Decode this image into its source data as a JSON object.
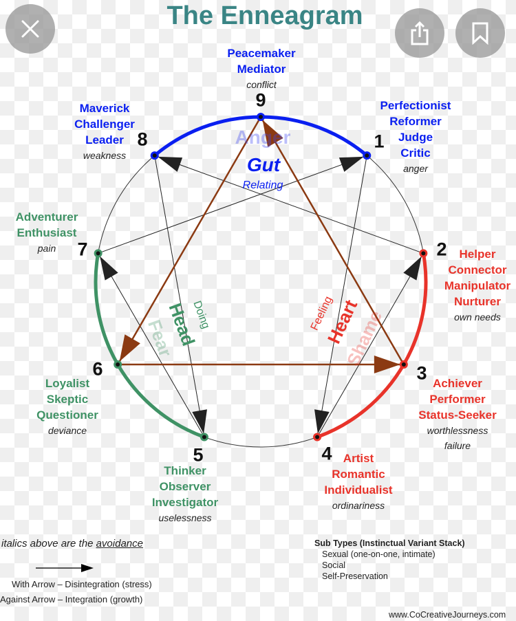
{
  "title": "The Enneagram",
  "buttons": {
    "close_icon": "close-icon",
    "share_icon": "share-icon",
    "bookmark_icon": "bookmark-icon"
  },
  "colors": {
    "title": "#3a8585",
    "gut": "#0a1ff0",
    "head": "#3f9265",
    "heart": "#e8332a",
    "triangle": "#8b3a12",
    "line": "#222222"
  },
  "types": [
    {
      "number": "9",
      "names": [
        "Peacemaker",
        "Mediator"
      ],
      "avoidance": [
        "conflict"
      ]
    },
    {
      "number": "1",
      "names": [
        "Perfectionist",
        "Reformer",
        "Judge",
        "Critic"
      ],
      "avoidance": [
        "anger"
      ]
    },
    {
      "number": "2",
      "names": [
        "Helper",
        "Connector",
        "Manipulator",
        "Nurturer"
      ],
      "avoidance": [
        "own needs"
      ]
    },
    {
      "number": "3",
      "names": [
        "Achiever",
        "Performer",
        "Status-Seeker"
      ],
      "avoidance": [
        "worthlessness",
        "failure"
      ]
    },
    {
      "number": "4",
      "names": [
        "Artist",
        "Romantic",
        "Individualist"
      ],
      "avoidance": [
        "ordinariness"
      ]
    },
    {
      "number": "5",
      "names": [
        "Thinker",
        "Observer",
        "Investigator"
      ],
      "avoidance": [
        "uselessness"
      ]
    },
    {
      "number": "6",
      "names": [
        "Loyalist",
        "Skeptic",
        "Questioner"
      ],
      "avoidance": [
        "deviance"
      ]
    },
    {
      "number": "7",
      "names": [
        "Adventurer",
        "Enthusiast"
      ],
      "avoidance": [
        "pain"
      ]
    },
    {
      "number": "8",
      "names": [
        "Maverick",
        "Challenger",
        "Leader"
      ],
      "avoidance": [
        "weakness"
      ]
    }
  ],
  "centers": {
    "gut": {
      "emotion": "Anger",
      "name": "Gut",
      "mode": "Relating"
    },
    "head": {
      "emotion": "Fear",
      "name": "Head",
      "mode": "Doing"
    },
    "heart": {
      "emotion": "Shame",
      "name": "Heart",
      "mode": "Feeling"
    }
  },
  "legend": {
    "italics_note_prefix": "italics above are the ",
    "italics_note_link": "avoidance",
    "with_arrow": "With Arrow – Disintegration (stress)",
    "against_arrow": "Against Arrow – Integration (growth)"
  },
  "subtypes": {
    "heading": "Sub Types (Instinctual Variant Stack)",
    "items": [
      "Sexual (one-on-one, intimate)",
      "Social",
      "Self-Preservation"
    ]
  },
  "credit": "www.CoCreativeJourneys.com",
  "connections": {
    "hexad": [
      [
        1,
        4
      ],
      [
        4,
        2
      ],
      [
        2,
        8
      ],
      [
        8,
        5
      ],
      [
        5,
        7
      ],
      [
        7,
        1
      ]
    ],
    "triangle": [
      [
        9,
        6
      ],
      [
        6,
        3
      ],
      [
        3,
        9
      ]
    ]
  }
}
